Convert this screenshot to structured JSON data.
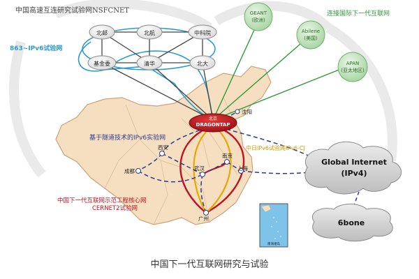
{
  "header": {
    "title": "中国高速互连研究试验网NSFCNET",
    "international_title": "连接国际下一代互联网"
  },
  "nsfcnet_nodes": [
    {
      "id": "beiyou",
      "label": "北邮"
    },
    {
      "id": "beida",
      "label": "北航"
    },
    {
      "id": "zky",
      "label": "中科院"
    },
    {
      "id": "jijinwei",
      "label": "基金委"
    },
    {
      "id": "qinghua",
      "label": "清华"
    },
    {
      "id": "beida2",
      "label": "北大"
    }
  ],
  "international_nodes": [
    {
      "id": "geant",
      "label1": "GEANT",
      "label2": "(欧洲)"
    },
    {
      "id": "abilene",
      "label1": "Abilene",
      "label2": "(美国)"
    },
    {
      "id": "apan",
      "label1": "APAN",
      "label2": "(亚太地区)"
    }
  ],
  "side_labels": {
    "ipv6_863": "863~IPv6试验网",
    "tunnel": "基于隧道技术的IPv6实验网",
    "cernet2_line1": "中国下一代互联网示范工程核心网",
    "cernet2_line2": "CERNET2试验网",
    "ipv6cf": "中日IPv6试验网IPv6-CJ"
  },
  "hub": {
    "label_top": "北京",
    "label": "DRAGONTAP"
  },
  "cities": [
    {
      "id": "shenyang",
      "label": "沈阳"
    },
    {
      "id": "xian",
      "label": "西安"
    },
    {
      "id": "chengdu",
      "label": "成都"
    },
    {
      "id": "wuhan",
      "label": "武汉"
    },
    {
      "id": "nanjing",
      "label": "南京"
    },
    {
      "id": "shanghai",
      "label": "上海"
    },
    {
      "id": "guangzhou",
      "label": "广州"
    }
  ],
  "clouds": {
    "global_line1": "Global Internet",
    "global_line2": "(IPv4)",
    "sixbone": "6bone"
  },
  "inset": {
    "label": "南海诸岛"
  },
  "caption": "中国下一代互联网研究与试验",
  "colors": {
    "blue_ring": "#2a9ad0",
    "green_link": "#2e9a3a",
    "red_core": "#c1121f",
    "yellow_core": "#e6a800",
    "dashed_navy": "#2b3a8c",
    "map_fill": "#f6dfc0",
    "map_edge": "#c9a37a",
    "cloud_fill": "#d6d6d6",
    "hub_fill": "#c1121f"
  }
}
